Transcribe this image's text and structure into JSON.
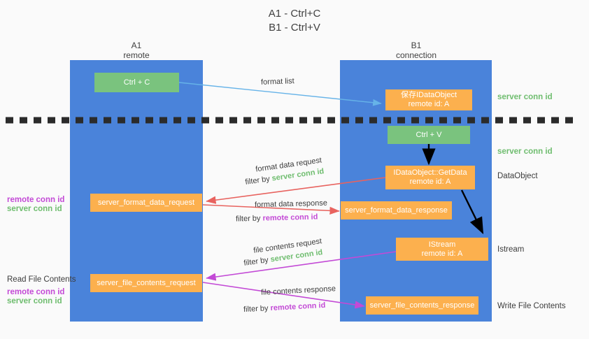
{
  "title": {
    "line1": "A1 - Ctrl+C",
    "line2": "B1 - Ctrl+V"
  },
  "columns": [
    {
      "name": "A1",
      "sub": "remote"
    },
    {
      "name": "B1",
      "sub": "connection"
    }
  ],
  "boxes": {
    "ctrl_c": "Ctrl + C",
    "ctrl_v": "Ctrl + V",
    "save_dataobject_l1": "保存IDataObject",
    "save_dataobject_l2": "remote id: A",
    "getdata_l1": "IDataObject::GetData",
    "getdata_l2": "remote id: A",
    "istream_l1": "IStream",
    "istream_l2": "remote id: A",
    "server_format_data_request": "server_format_data_request",
    "server_format_data_response": "server_format_data_response",
    "server_file_contents_request": "server_file_contents_request",
    "server_file_contents_response": "server_file_contents_response"
  },
  "messages": {
    "format_list": "format list",
    "format_data_request": "format data request",
    "format_data_request_filter_prefix": "filter by ",
    "format_data_request_filter_value": "server conn id",
    "format_data_response": "format data response",
    "format_data_response_filter_prefix": "filter by ",
    "format_data_response_filter_value": "remote conn id",
    "file_contents_request": "file contents request",
    "file_contents_request_filter_prefix": "filter by ",
    "file_contents_request_filter_value": "server conn id",
    "file_contents_response": "file contents response",
    "file_contents_response_filter_prefix": "filter by ",
    "file_contents_response_filter_value": "remote conn id"
  },
  "right_labels": {
    "server_conn_id_top": "server conn id",
    "server_conn_id_mid": "server conn id",
    "dataobject": "DataObject",
    "istream": "Istream",
    "write_file_contents": "Write File Contents"
  },
  "left_labels": {
    "remote_conn_id_1": "remote conn id",
    "server_conn_id_1": "server conn id",
    "read_file_contents": "Read File Contents",
    "remote_conn_id_2": "remote conn id",
    "server_conn_id_2": "server conn id"
  },
  "colors": {
    "lane": "#4a83da",
    "green_box": "#7ac37e",
    "orange_box": "#fcb04e",
    "green_text": "#6fbd6f",
    "magenta_text": "#c34ad6",
    "arrow_blue": "#66b3e8",
    "arrow_red": "#e8635f",
    "arrow_magenta": "#c34ad6",
    "arrow_black": "#000000",
    "background": "#fafafa"
  }
}
